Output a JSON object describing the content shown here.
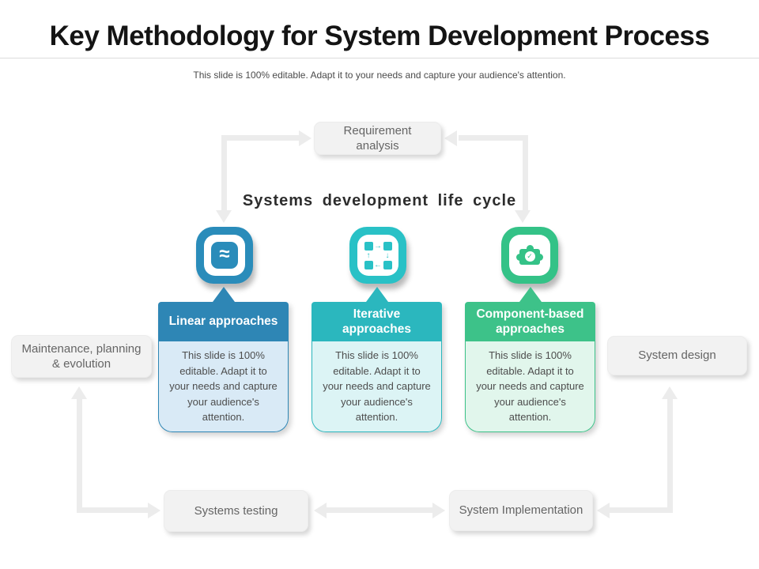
{
  "page": {
    "title": "Key Methodology for System Development Process",
    "subtitle": "This slide is 100% editable. Adapt it to your needs and capture your audience's attention."
  },
  "diagram": {
    "heading": "Systems development life cycle",
    "nodes": {
      "requirement_analysis": "Requirement analysis",
      "maintenance": "Maintenance, planning & evolution",
      "system_design": "System design",
      "systems_testing": "Systems testing",
      "system_implementation": "System Implementation"
    },
    "cards": [
      {
        "title": "Linear approaches",
        "body": "This slide is 100% editable. Adapt it to your needs and capture your audience's attention.",
        "icon": "waves-icon",
        "accent": "#2E86B5",
        "body_bg": "#D9EAF6"
      },
      {
        "title": "Iterative approaches",
        "body": "This slide is 100% editable. Adapt it to your needs and capture your audience's attention.",
        "icon": "cycle-icon",
        "accent": "#2BB7BE",
        "body_bg": "#DCF4F5"
      },
      {
        "title": "Component-based approaches",
        "body": "This slide is 100% editable. Adapt it to your needs and capture your audience's attention.",
        "icon": "puzzle-check-icon",
        "accent": "#3DC289",
        "body_bg": "#E1F6EC"
      }
    ],
    "colors": {
      "connector": "#ECECEC",
      "node_bg": "#F2F2F2",
      "node_text": "#656565",
      "icon_blue": "#2A8CBA",
      "icon_teal": "#29C1C6",
      "icon_green": "#34C287"
    }
  }
}
